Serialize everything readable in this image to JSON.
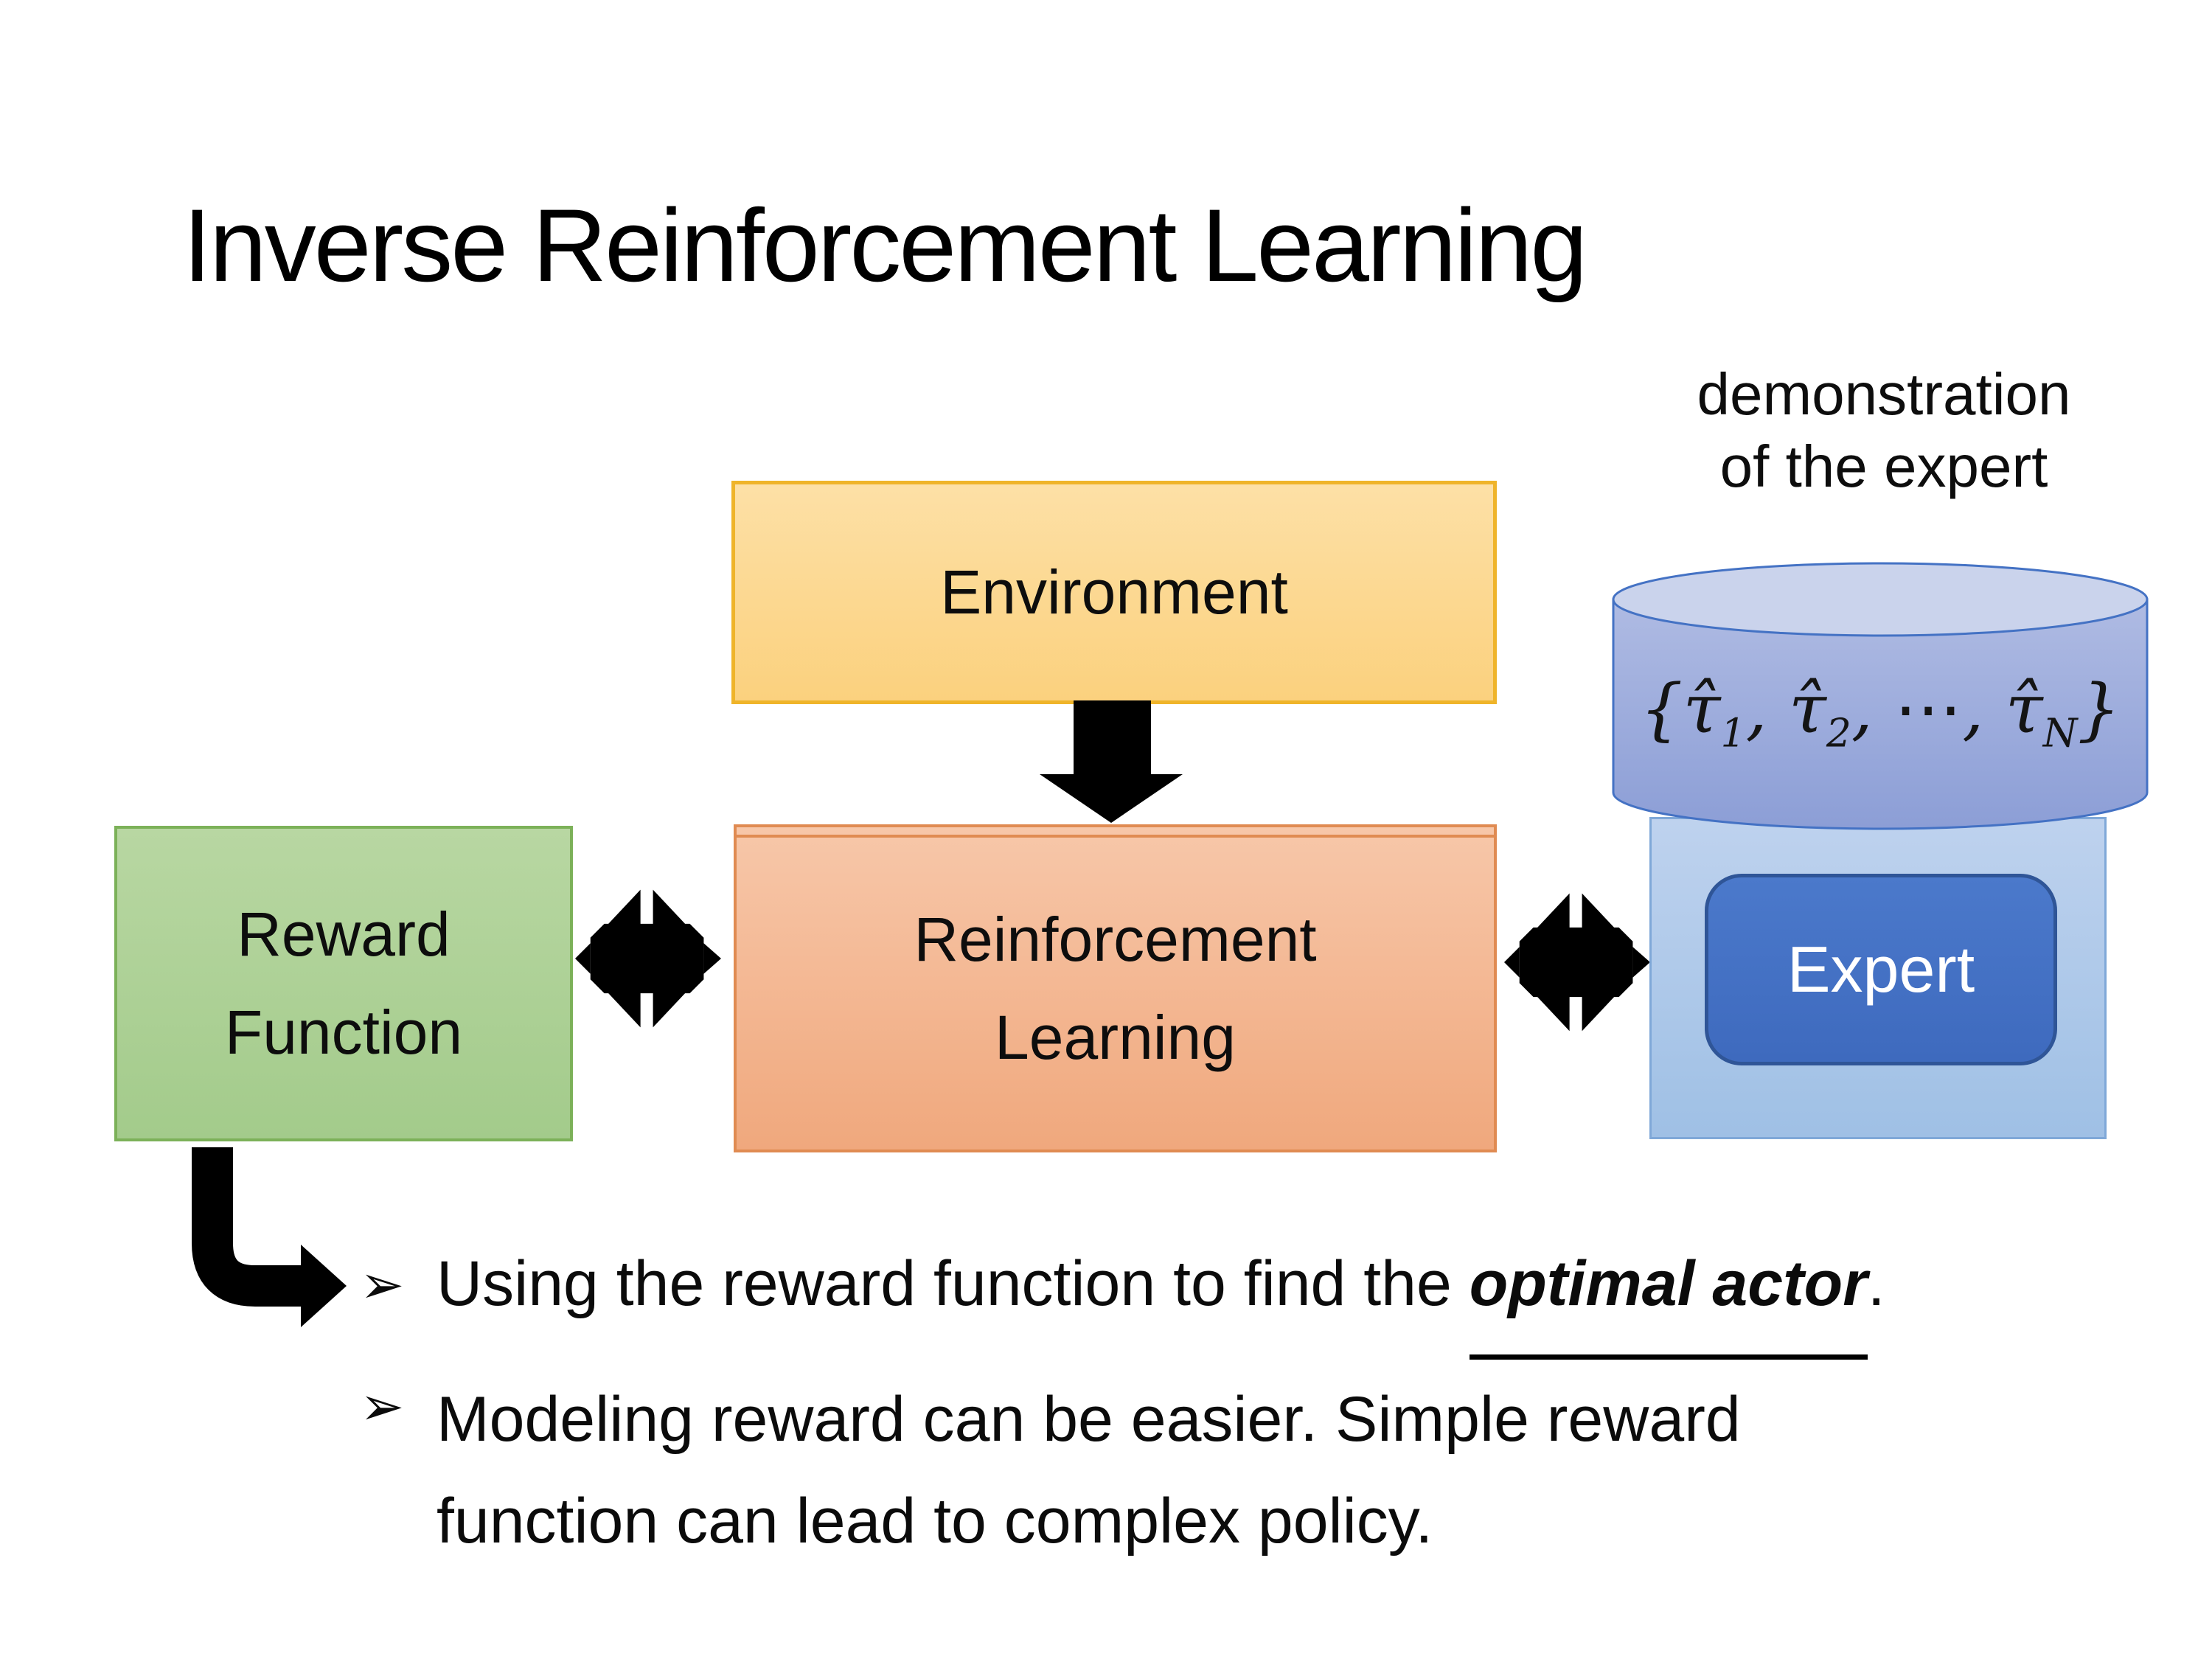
{
  "slide": {
    "title": "Inverse Reinforcement Learning"
  },
  "demo": {
    "caption_line1": "demonstration",
    "caption_line2": "of the expert",
    "set": {
      "open": "{",
      "tau1": "τ̂",
      "sub1": "1",
      "comma1": ", ",
      "tau2": "τ̂",
      "sub2": "2",
      "comma2": ", ",
      "dots": "⋯",
      "comma3": ", ",
      "tauN": "τ̂",
      "subN": "N",
      "close": "}"
    }
  },
  "boxes": {
    "environment": {
      "label": "Environment"
    },
    "reward_function": {
      "line1": "Reward",
      "line2": "Function"
    },
    "reinforcement_learning": {
      "line1": "Reinforcement",
      "line2": "Learning"
    },
    "expert": {
      "label": "Expert"
    }
  },
  "bullets": {
    "marker": "➢",
    "item1": {
      "pre": "Using the reward function to find the ",
      "emphasis": "optimal actor",
      "post": "."
    },
    "item2": {
      "text": "Modeling reward can be easier. Simple reward function can lead to complex policy."
    }
  },
  "colors": {
    "background": "#FFFFFF",
    "text": "#0D0D0D",
    "arrow_black": "#000000",
    "environment_fill_top": "#FDE0A6",
    "environment_fill_bottom": "#FBD17E",
    "environment_border": "#EFB42A",
    "rl_fill_top": "#F7C7A9",
    "rl_fill_bottom": "#F0A87D",
    "rl_border": "#E08B52",
    "reward_fill_top": "#B8D7A2",
    "reward_fill_bottom": "#A3CB8B",
    "reward_border": "#7CB159",
    "expert_panel_fill_top": "#BED2EE",
    "expert_panel_fill_bottom": "#9FC0E5",
    "expert_panel_border": "#7FA8D8",
    "expert_fill_top": "#4B79CB",
    "expert_fill_bottom": "#3E6ABE",
    "expert_border": "#2F5597",
    "expert_text": "#FFFFFF",
    "cylinder_top_fill": "#CAD3EC",
    "cylinder_body_top": "#AFBBE3",
    "cylinder_body_bottom": "#8C9ED6",
    "cylinder_stroke": "#4472C4"
  }
}
